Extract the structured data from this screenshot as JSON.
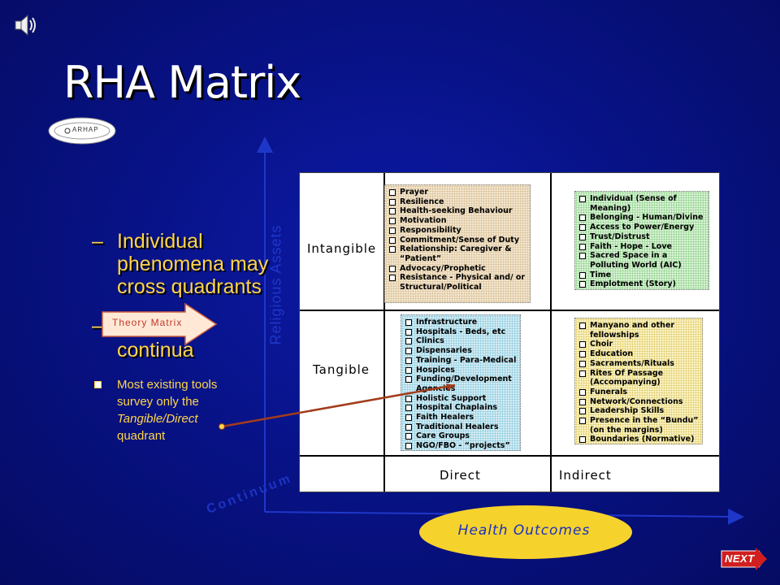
{
  "slide": {
    "title": "RHA Matrix",
    "logo_text": "ARHAP"
  },
  "bullets": {
    "point1": "Individual phenomena may cross quadrants",
    "point2": "continua",
    "sub_point_prefix": "Most existing tools survey only the",
    "sub_point_italic": "Tangible/Direct",
    "sub_point_suffix": "quadrant",
    "dash": "–"
  },
  "callout": {
    "label": "Theory Matrix"
  },
  "axes": {
    "vertical_label": "Religious Assets",
    "continuum_label": "Continuum",
    "horizontal_label": "Health Outcomes"
  },
  "matrix": {
    "row_labels": [
      "Intangible",
      "Tangible"
    ],
    "column_labels": [
      "Direct",
      "Indirect"
    ],
    "intangible_direct": [
      "Prayer",
      "Resilience",
      "Health-seeking Behaviour",
      "Motivation",
      "Responsibility",
      "Commitment/Sense of Duty",
      "Relationship: Caregiver & “Patient”",
      "Advocacy/Prophetic",
      "Resistance - Physical and/ or Structural/Political"
    ],
    "intangible_indirect": [
      "Individual (Sense of Meaning)",
      "Belonging - Human/Divine",
      "Access to Power/Energy",
      "Trust/Distrust",
      "Faith - Hope - Love",
      "Sacred Space in a Polluting World (AIC)",
      "Time",
      "Emplotment (Story)"
    ],
    "tangible_direct": [
      "Infrastructure",
      "Hospitals - Beds, etc",
      "Clinics",
      "Dispensaries",
      "Training - Para-Medical",
      "Hospices",
      "Funding/Development Agencies",
      "Holistic Support",
      "Hospital Chaplains",
      "Faith Healers",
      "Traditional Healers",
      "Care Groups",
      "NGO/FBO - “projects”"
    ],
    "tangible_indirect": [
      "Manyano and other fellowships",
      "Choir",
      "Education",
      "Sacraments/Rituals",
      "Rites Of Passage (Accompanying)",
      "Funerals",
      "Network/Connections",
      "Leadership Skills",
      "Presence in the “Bundu” (on the margins)",
      "Boundaries (Normative)"
    ]
  },
  "navigation": {
    "next_label": "NEXT"
  },
  "colors": {
    "background": "#071181",
    "bullet_text": "#ffd54a",
    "axis": "#1f37c9",
    "ellipse": "#f6d22c",
    "arrow_line": "#a23c1c"
  }
}
